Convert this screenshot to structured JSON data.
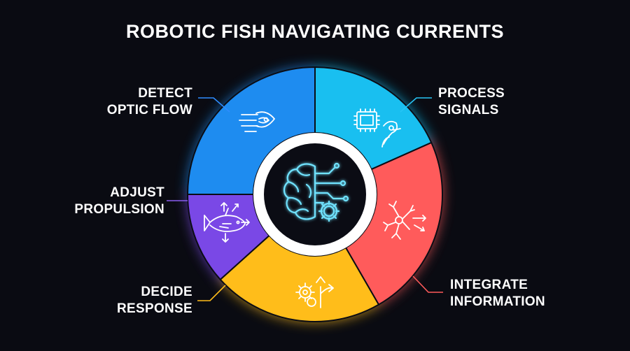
{
  "title": "ROBOTIC FISH NAVIGATING CURRENTS",
  "center": {
    "icon": "brain-circuit-gear-icon",
    "color": "#6fe3ff"
  },
  "segments": [
    {
      "id": "detect",
      "line1": "DETECT",
      "line2": "OPTIC FLOW",
      "icon": "eye-flow-icon",
      "color": "#1e8cf0",
      "leader": "#2f8cff"
    },
    {
      "id": "process",
      "line1": "PROCESS",
      "line2": "SIGNALS",
      "icon": "cpu-neuron-icon",
      "color": "#19bff0",
      "leader": "#27c4f5"
    },
    {
      "id": "integrate",
      "line1": "INTEGRATE",
      "line2": "INFORMATION",
      "icon": "neuron-network-icon",
      "color": "#ff5b5b",
      "leader": "#ff5b5b"
    },
    {
      "id": "decide",
      "line1": "DECIDE",
      "line2": "RESPONSE",
      "icon": "gears-branch-arrow-icon",
      "color": "#ffbd1a",
      "leader": "#ffbd1a"
    },
    {
      "id": "adjust",
      "line1": "ADJUST",
      "line2": "PROPULSION",
      "icon": "fish-arrows-icon",
      "color": "#7a48e6",
      "leader": "#8a5cf0"
    }
  ]
}
